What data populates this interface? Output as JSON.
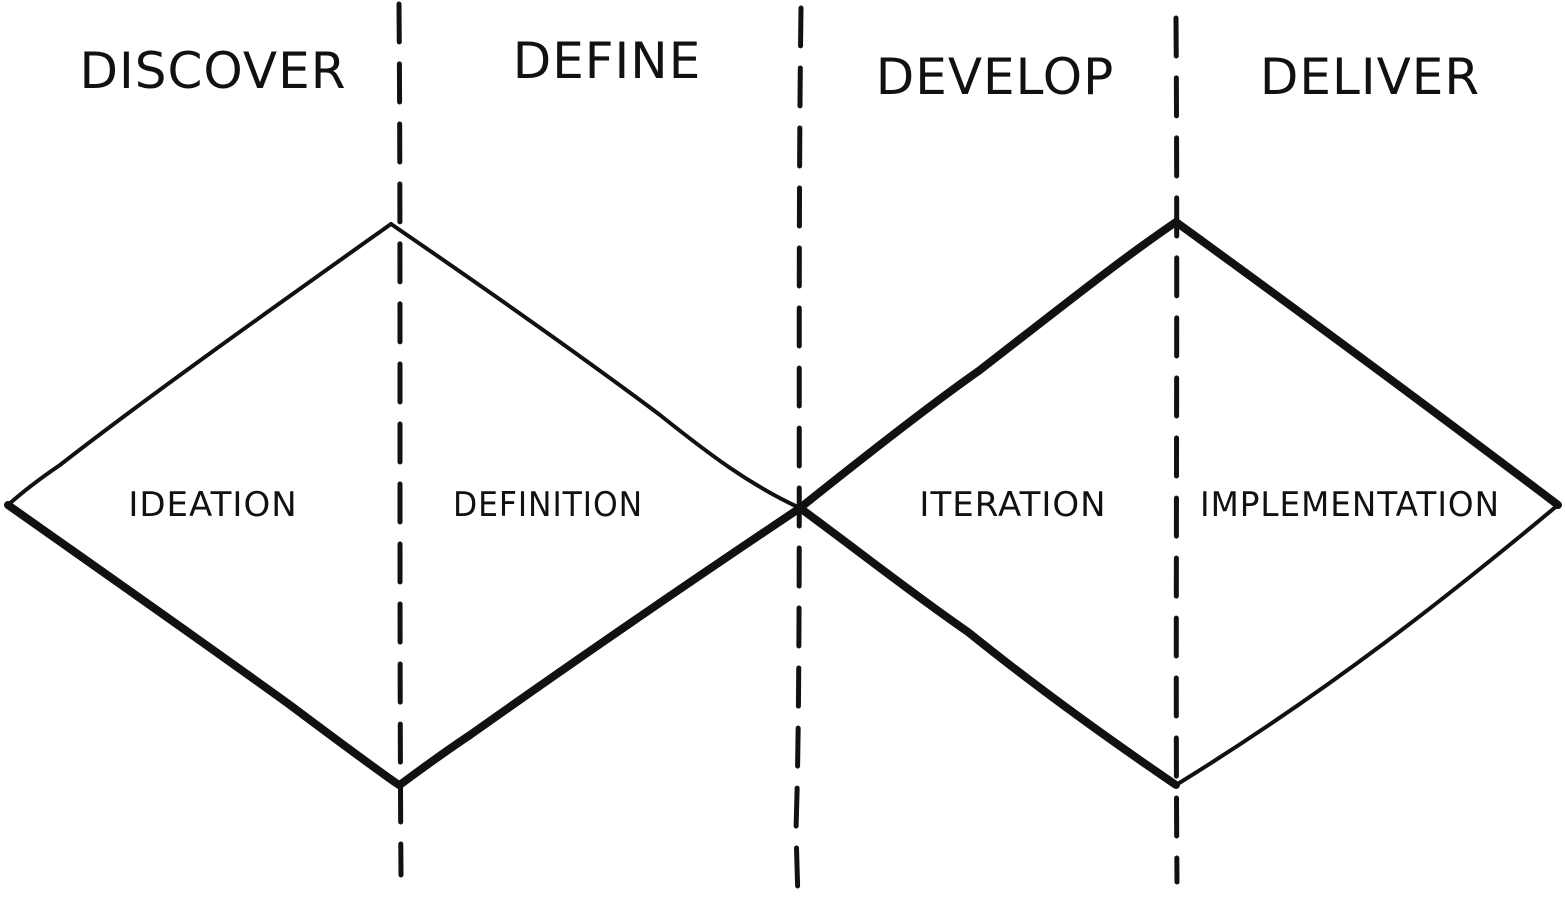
{
  "phases": [
    {
      "title": "DISCOVER"
    },
    {
      "title": "DEFINE"
    },
    {
      "title": "DEVELOP"
    },
    {
      "title": "DELIVER"
    }
  ],
  "stages": [
    {
      "label": "IDEATION"
    },
    {
      "label": "DEFINITION"
    },
    {
      "label": "ITERATION"
    },
    {
      "label": "IMPLEMENTATION"
    }
  ],
  "colors": {
    "ink": "#111111",
    "background": "#ffffff"
  }
}
